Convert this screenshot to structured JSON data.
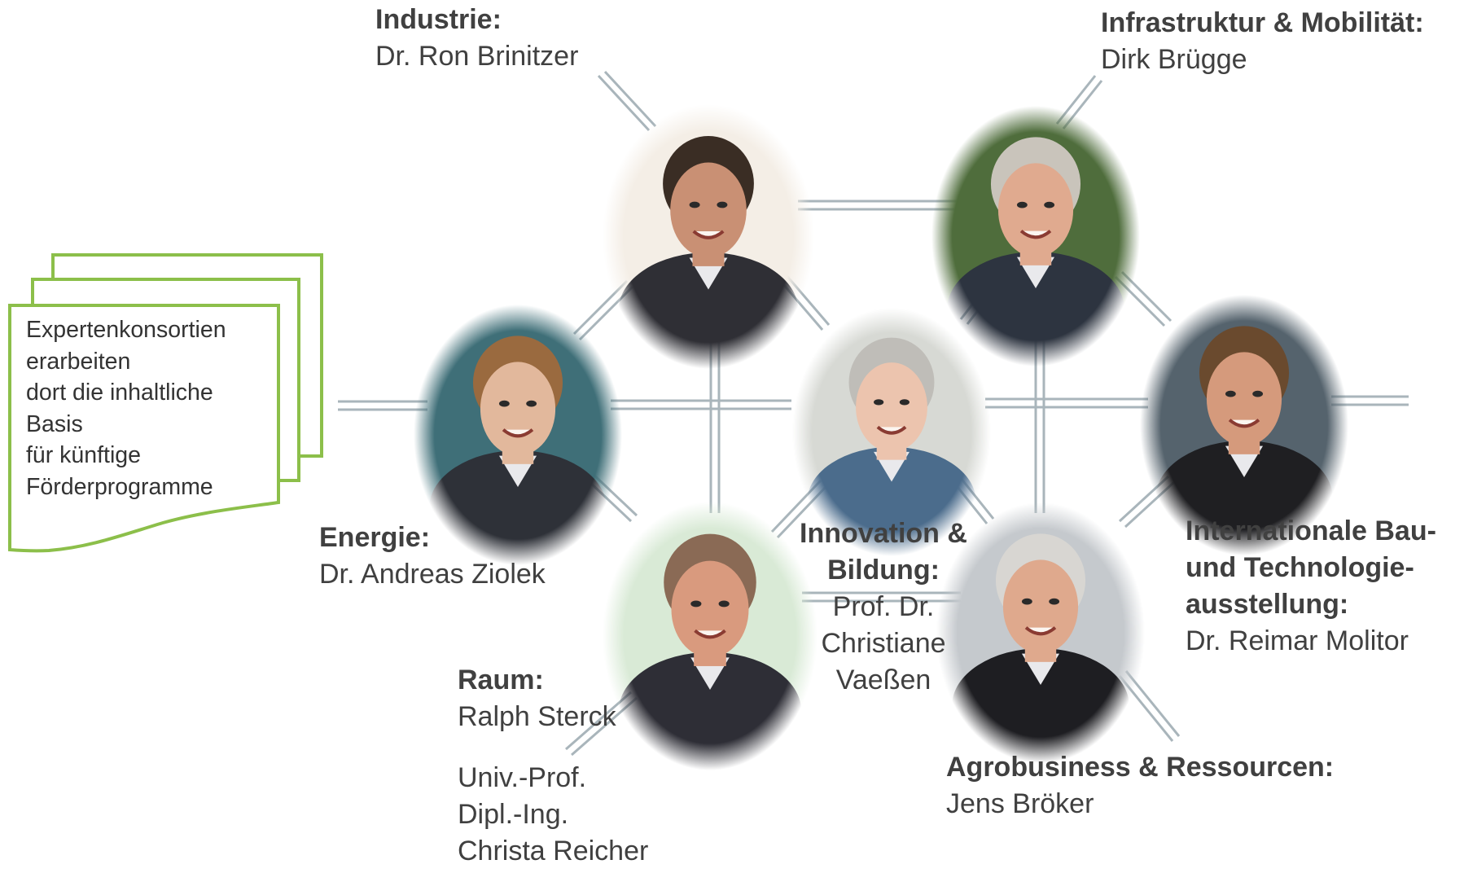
{
  "document": {
    "lines": [
      "Expertenkonsortien",
      "erarbeiten",
      "dort die inhaltliche",
      "Basis",
      "für künftige",
      "Förderprogramme"
    ],
    "border_color": "#8cbf4a"
  },
  "connector_color": "#a9b5bb",
  "experts": [
    {
      "key": "industrie",
      "role": "Industrie:",
      "name_lines": [
        "Dr. Ron Brinitzer"
      ],
      "icon": "person-photo",
      "bg": "#f4eee6",
      "skin": "#c99074",
      "hair": "#3a2d24",
      "shirt": "#2f2f35"
    },
    {
      "key": "infrastruktur",
      "role": "Infrastruktur & Mobilität:",
      "name_lines": [
        "Dirk Brügge"
      ],
      "icon": "person-photo",
      "bg": "#4f6d3c",
      "skin": "#e0aa8f",
      "hair": "#c9c4bb",
      "shirt": "#2d3440"
    },
    {
      "key": "energie",
      "role": "Energie:",
      "name_lines": [
        "Dr. Andreas Ziolek"
      ],
      "icon": "person-photo",
      "bg": "#3f6f78",
      "skin": "#e2b89c",
      "hair": "#9a6a3f",
      "shirt": "#2e3138"
    },
    {
      "key": "innovation",
      "role_lines": [
        "Innovation &",
        "Bildung:"
      ],
      "name_lines": [
        "Prof. Dr.",
        "Christiane",
        "Vaeßen"
      ],
      "icon": "person-photo",
      "bg": "#d7d9d4",
      "skin": "#ecc4ae",
      "hair": "#bfbdb8",
      "shirt": "#4b6c8c"
    },
    {
      "key": "international",
      "role_lines": [
        "Internationale Bau-",
        "und Technologie-",
        "ausstellung:"
      ],
      "name_lines": [
        "Dr. Reimar Molitor"
      ],
      "icon": "person-photo",
      "bg": "#55636d",
      "skin": "#d59a7c",
      "hair": "#6a4a2e",
      "shirt": "#1f1f22"
    },
    {
      "key": "raum",
      "role": "Raum:",
      "name_lines": [
        "Ralph Sterck"
      ],
      "extra_lines": [
        "Univ.-Prof.",
        "Dipl.-Ing.",
        "Christa Reicher"
      ],
      "icon": "person-photo",
      "bg": "#d9ead6",
      "skin": "#d99a7e",
      "hair": "#8a6a55",
      "shirt": "#2e2e36"
    },
    {
      "key": "agrobusiness",
      "role": "Agrobusiness & Ressourcen:",
      "name_lines": [
        "Jens Bröker"
      ],
      "icon": "person-photo",
      "bg": "#c5c9cd",
      "skin": "#dfa98d",
      "hair": "#d8d6d2",
      "shirt": "#1e1e22"
    }
  ]
}
